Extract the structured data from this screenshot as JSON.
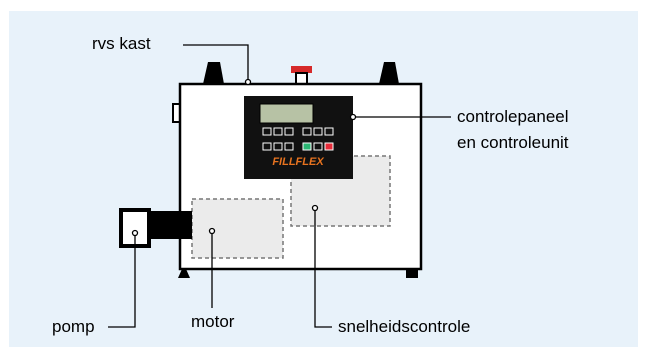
{
  "labels": {
    "rvs_kast": "rvs kast",
    "controlepaneel_line1": "controlepaneel",
    "controlepaneel_line2": "en controleunit",
    "pomp": "pomp",
    "motor": "motor",
    "snelheidscontrole": "snelheidscontrole"
  },
  "panel": {
    "brand": "FILLFLEX"
  },
  "colors": {
    "background": "#e8f2fa",
    "box_fill": "#ffffff",
    "outline": "#000000",
    "panel_fill": "#111111",
    "display": "#b7c2a5",
    "brand": "#e8731f",
    "button_green": "#2bb673",
    "button_red": "#e52c3a",
    "knob_red": "#d62a2a",
    "dashed_fill": "#ebebeb"
  }
}
